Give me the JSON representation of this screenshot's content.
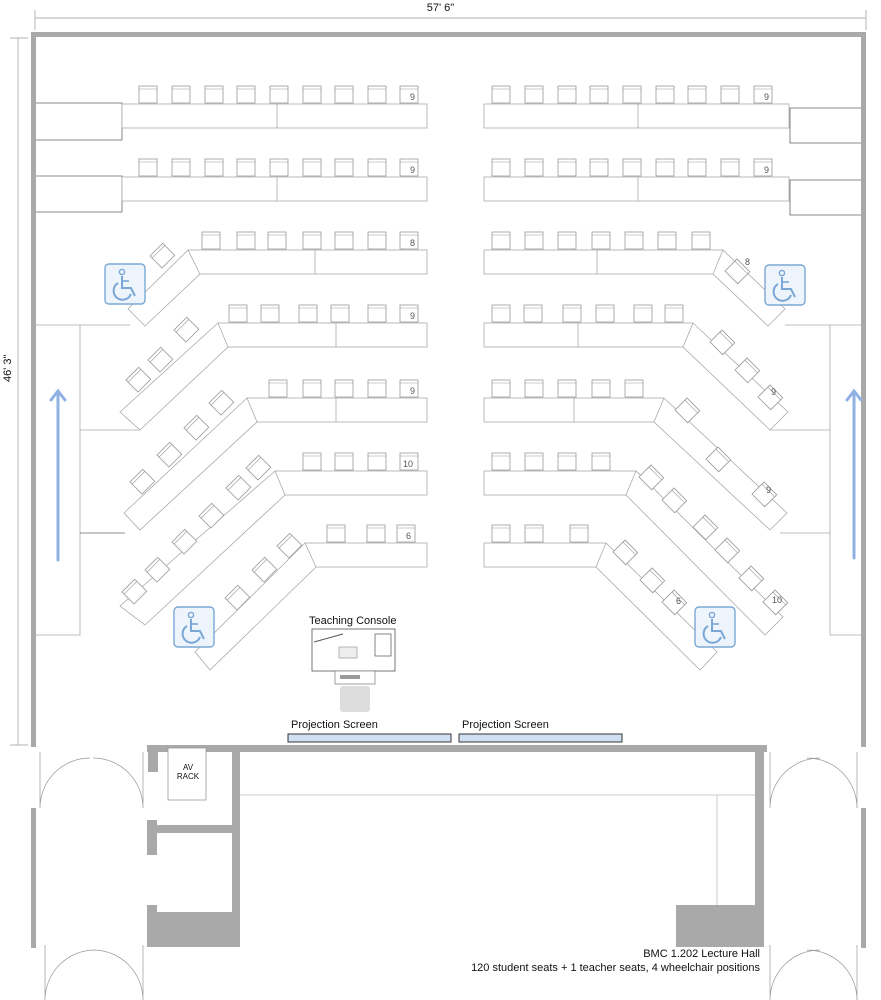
{
  "dimensions": {
    "width_label": "57' 6\"",
    "height_label": "46' 3\""
  },
  "room": {
    "title": "BMC 1.202 Lecture Hall",
    "summary": "120 student seats + 1 teacher seats, 4 wheelchair positions"
  },
  "labels": {
    "teaching_console": "Teaching Console",
    "projection_screen_left": "Projection Screen",
    "projection_screen_right": "Projection Screen",
    "av_rack_line1": "AV",
    "av_rack_line2": "RACK"
  },
  "row_counts": {
    "left": [
      "9",
      "9",
      "8",
      "9",
      "9",
      "10",
      "6"
    ],
    "right": [
      "9",
      "9",
      "8",
      "9",
      "9",
      "10",
      "6"
    ]
  },
  "icons": {
    "wheelchair": "wheelchair-icon",
    "aisle_arrow": "arrow-up-icon",
    "door": "door-swing-icon"
  },
  "colors": {
    "wall": "#a9a9a9",
    "furniture_line": "#b8b8b8",
    "accessibility_blue": "#7aa7d6",
    "aisle_arrow": "#8fb1e3",
    "screen_fill": "#cfe0f3",
    "screen_stroke": "#333333"
  }
}
